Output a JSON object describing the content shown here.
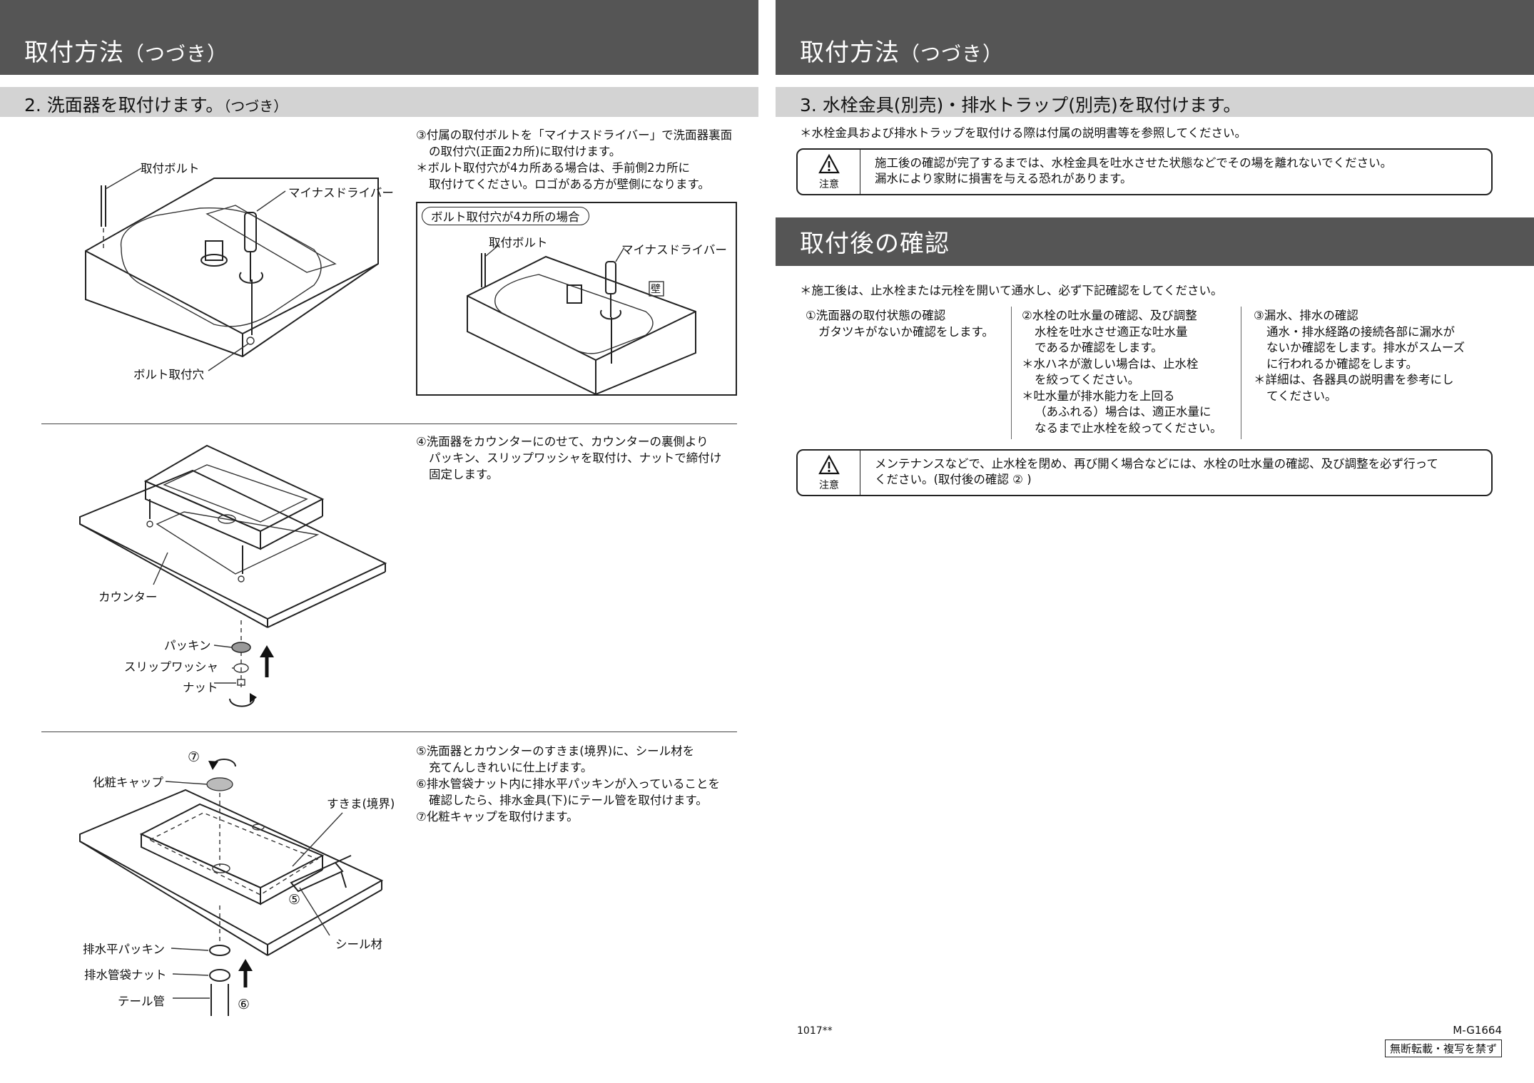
{
  "left": {
    "header_title": "取付方法",
    "header_sub": "（つづき）",
    "section_title": "2. 洗面器を取付けます。",
    "section_sub": "（つづき）",
    "step3": {
      "line1": "③付属の取付ボルトを「マイナスドライバー」で洗面器裏面",
      "line2": "の取付穴(正面2カ所)に取付けます。",
      "line3": "＊ボルト取付穴が4カ所ある場合は、手前側2カ所に",
      "line4": "取付けてください。ロゴがある方が壁側になります。"
    },
    "fig1": {
      "bolt_label": "取付ボルト",
      "driver_label": "マイナスドライバー",
      "hole_label": "ボルト取付穴"
    },
    "inset": {
      "tag": "ボルト取付穴が4カ所の場合",
      "bolt_label": "取付ボルト",
      "driver_label": "マイナスドライバー",
      "wall_label": "壁"
    },
    "step4": {
      "line1": "④洗面器をカウンターにのせて、カウンターの裏側より",
      "line2": "パッキン、スリップワッシャを取付け、ナットで締付け",
      "line3": "固定します。"
    },
    "fig2": {
      "counter_label": "カウンター",
      "packing_label": "パッキン",
      "washer_label": "スリップワッシャ",
      "nut_label": "ナット"
    },
    "step5to7": {
      "line1": "⑤洗面器とカウンターのすきま(境界)に、シール材を",
      "line2": "充てんしきれいに仕上げます。",
      "line3": "⑥排水管袋ナット内に排水平パッキンが入っていることを",
      "line4": "確認したら、排水金具(下)にテール管を取付けます。",
      "line5": "⑦化粧キャップを取付けます。"
    },
    "fig3": {
      "num7": "⑦",
      "cap_label": "化粧キャップ",
      "gap_label": "すきま(境界)",
      "num5": "⑤",
      "seal_label": "シール材",
      "drain_packing_label": "排水平パッキン",
      "bag_nut_label": "排水管袋ナット",
      "tail_pipe_label": "テール管",
      "num6": "⑥"
    }
  },
  "right": {
    "header1_title": "取付方法",
    "header1_sub": "（つづき）",
    "section3_title": "3. 水栓金具(別売)・排水トラップ(別売)を取付けます。",
    "note1": "＊水栓金具および排水トラップを取付ける際は付属の説明書等を参照してください。",
    "caution1": {
      "icon_caption": "注意",
      "line1": "施工後の確認が完了するまでは、水栓金具を吐水させた状態などでその場を離れないでください。",
      "line2": "漏水により家財に損害を与える恐れがあります。"
    },
    "header2_title": "取付後の確認",
    "note2": "＊施工後は、止水栓または元栓を開いて通水し、必ず下記確認をしてください。",
    "check1": {
      "line1": "①洗面器の取付状態の確認",
      "line2": "ガタツキがないか確認をします。"
    },
    "check2": {
      "line1": "②水栓の吐水量の確認、及び調整",
      "line2": "水栓を吐水させ適正な吐水量",
      "line3": "であるか確認をします。",
      "line4": "＊水ハネが激しい場合は、止水栓",
      "line5": "を絞ってください。",
      "line6": "＊吐水量が排水能力を上回る",
      "line7": "（あふれる）場合は、適正水量に",
      "line8": "なるまで止水栓を絞ってください。"
    },
    "check3": {
      "line1": "③漏水、排水の確認",
      "line2": "通水・排水経路の接続各部に漏水が",
      "line3": "ないか確認をします。排水がスムーズ",
      "line4": "に行われるか確認をします。",
      "line5": "＊詳細は、各器具の説明書を参考にし",
      "line6": "てください。"
    },
    "caution2": {
      "icon_caption": "注意",
      "line1": "メンテナンスなどで、止水栓を閉め、再び開く場合などには、水栓の吐水量の確認、及び調整を必ず行って",
      "line2": "ください。(取付後の確認 ② )"
    },
    "footer_code": "1017**",
    "model": "M-G1664",
    "copyright": "無断転載・複写を禁ず"
  }
}
